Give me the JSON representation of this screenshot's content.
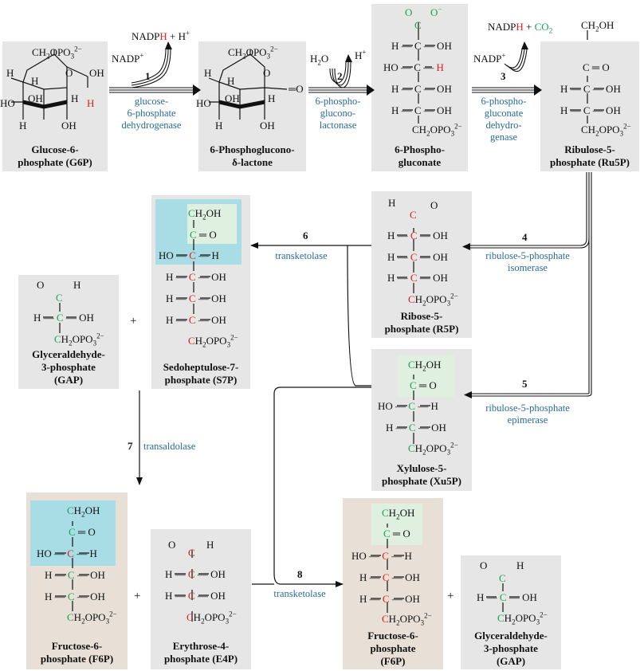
{
  "colors": {
    "enzyme": "#2a6b96",
    "red": "#e0201c",
    "green": "#1aa05a",
    "gray_box": "#e6e6e6",
    "tan_box": "#e8e0d6",
    "blue_hl": "#a9dde6",
    "green_hl": "#dff0e0"
  },
  "compounds": {
    "g6p": "Glucose-6-\nphosphate (G6P)",
    "lactone": "6-Phosphoglucono-\nδ-lactone",
    "gluconate": "6-Phospho-\ngluconate",
    "ru5p": "Ribulose-5-\nphosphate (Ru5P)",
    "r5p": "Ribose-5-\nphosphate (R5P)",
    "s7p": "Sedoheptulose-7-\nphosphate (S7P)",
    "gap": "Glyceraldehyde-\n3-phosphate\n(GAP)",
    "xu5p": "Xylulose-5-\nphosphate (Xu5P)",
    "f6p_left": "Fructose-6-\nphosphate (F6P)",
    "e4p": "Erythrose-4-\nphosphate (E4P)",
    "f6p_right": "Fructose-6-\nphosphate\n(F6P)",
    "gap_right": "Glyceraldehyde-\n3-phosphate\n(GAP)"
  },
  "steps": [
    {
      "num": "1",
      "enzyme": "glucose-\n6-phosphate\ndehydrogenase"
    },
    {
      "num": "2",
      "enzyme": "6-phospho-\nglucono-\nlactonase"
    },
    {
      "num": "3",
      "enzyme": "6-phospho-\ngluconate\ndehydro-\ngenase"
    },
    {
      "num": "4",
      "enzyme": "ribulose-5-phosphate\nisomerase"
    },
    {
      "num": "5",
      "enzyme": "ribulose-5-phosphate\nepimerase"
    },
    {
      "num": "6",
      "enzyme": "transketolase"
    },
    {
      "num": "7",
      "enzyme": "transaldolase"
    },
    {
      "num": "8",
      "enzyme": "transketolase"
    }
  ],
  "cofactors": {
    "nadp": "NADP",
    "nadph": "NADPH",
    "h_plus": "+ H",
    "h2o": "H",
    "h_only": "H",
    "co2": "CO",
    "plus": "+"
  }
}
